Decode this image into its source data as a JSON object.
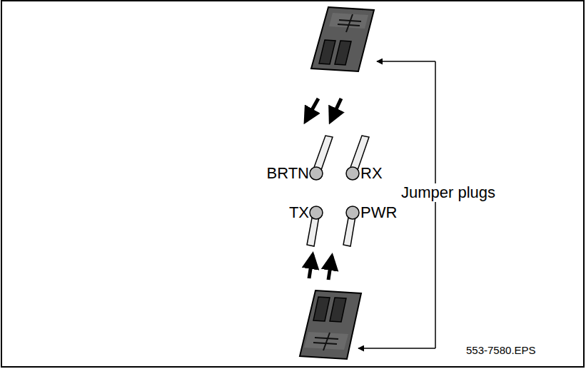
{
  "diagram": {
    "labels": [
      "BRTN",
      "RX",
      "TX",
      "PWR",
      "Jumper plugs",
      "553-7580.EPS"
    ]
  }
}
